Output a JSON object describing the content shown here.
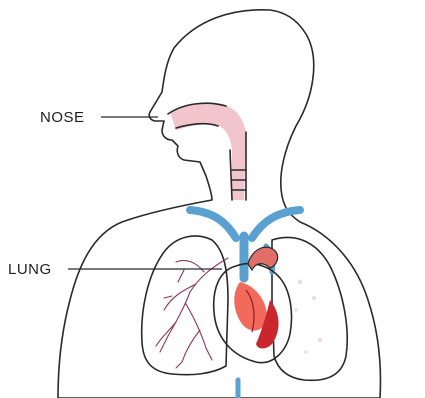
{
  "labels": {
    "nose": "NOSE",
    "lung": "LUNG"
  },
  "colors": {
    "skin": "#f7f2f3",
    "airway": "#f1bcc6",
    "lung_left": "#f3c6d2",
    "lung_right": "#e7a8ba",
    "heart": "#e8443e",
    "heart_highlight": "#f06a5a",
    "vessel_blue": "#5aa0d0",
    "outline": "#2a2a2a"
  },
  "icons": [
    "human-torso-illustration",
    "heart-illustration",
    "lung-illustration"
  ]
}
